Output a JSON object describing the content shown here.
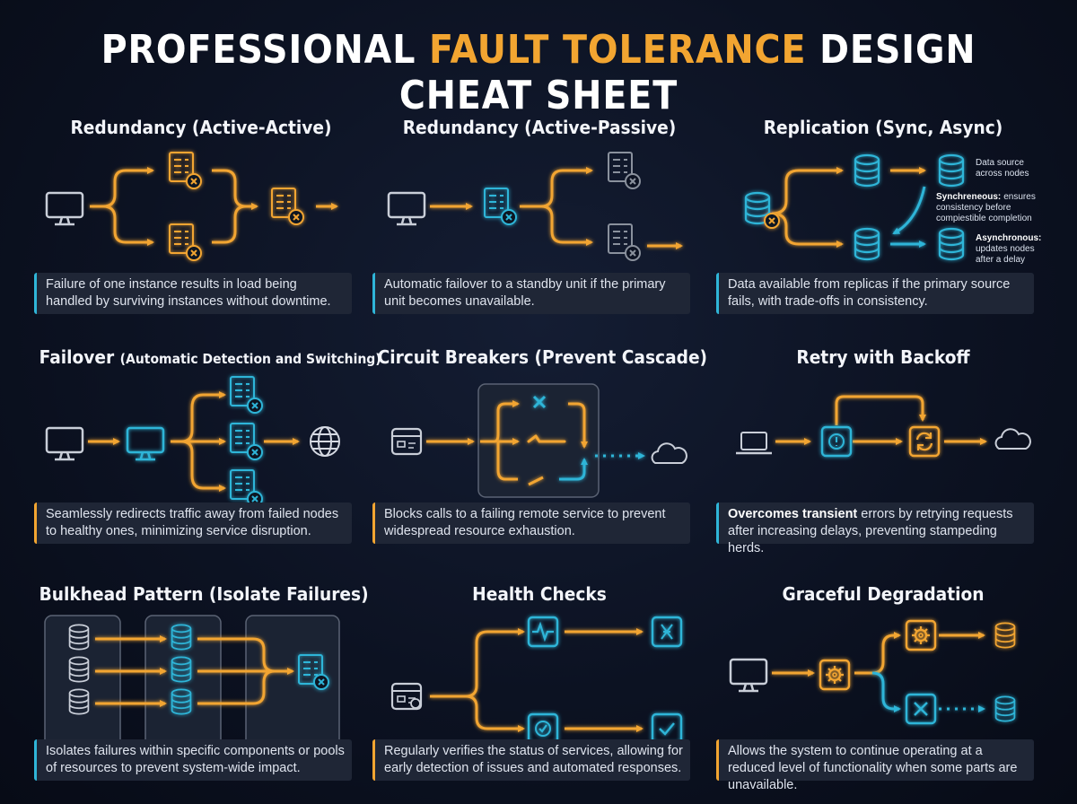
{
  "title": {
    "part1": "PROFESSIONAL ",
    "accent": "FAULT TOLERANCE",
    "part2": " DESIGN CHEAT SHEET"
  },
  "colors": {
    "orange": "#f2a531",
    "cyan": "#2fb5d8",
    "gray": "#9aa3b2",
    "background": "#0c1222"
  },
  "panels": {
    "redundancy_aa": {
      "title": "Redundancy (Active-Active)",
      "desc": "Failure of one instance results in load being handled by surviving instances without downtime.",
      "icons": [
        "monitor-icon",
        "server-icon",
        "server-icon",
        "server-icon"
      ]
    },
    "redundancy_ap": {
      "title": "Redundancy (Active-Passive)",
      "desc": "Automatic failover to a standby unit if the primary unit becomes unavailable.",
      "icons": [
        "monitor-icon",
        "server-icon",
        "server-icon",
        "server-icon"
      ]
    },
    "replication": {
      "title": "Replication (Sync, Async)",
      "desc": "Data available from replicas if the primary source fails, with trade-offs in consistency.",
      "note_source": [
        "Data source",
        "across nodes"
      ],
      "note_sync_label": "Synchreneous:",
      "note_sync": [
        "ensures",
        "consistency before",
        "compiestible completion"
      ],
      "note_async_label": "Asynchronous:",
      "note_async": [
        "updates nodes",
        "after a delay"
      ],
      "icons": [
        "database-icon"
      ]
    },
    "failover": {
      "title": "Failover",
      "title_sub": "(Automatic Detection and Switching)",
      "desc": "Seamlessly redirects traffic away from failed nodes to healthy ones, minimizing service disruption.",
      "icons": [
        "monitor-icon",
        "server-icon",
        "globe-icon"
      ]
    },
    "circuit": {
      "title": "Circuit Breakers (Prevent Cascade)",
      "desc": "Blocks calls to a failing remote service to prevent widespread resource exhaustion.",
      "icons": [
        "app-window-icon",
        "cloud-icon"
      ]
    },
    "retry": {
      "title": "Retry with Backoff",
      "desc_bold": "Overcomes transient",
      "desc": " errors by retrying requests after increasing delays, preventing stampeding herds.",
      "icons": [
        "laptop-icon",
        "alert-icon",
        "refresh-icon",
        "cloud-icon"
      ]
    },
    "bulkhead": {
      "title": "Bulkhead Pattern (Isolate Failures)",
      "desc": "Isolates failures within specific components or pools of resources to prevent system-wide impact.",
      "icons": [
        "database-icon",
        "server-icon"
      ]
    },
    "health": {
      "title": "Health Checks",
      "desc": "Regularly verifies the status of services, allowing for early detection of issues and automated responses.",
      "icons": [
        "app-window-icon",
        "pulse-icon",
        "check-icon"
      ]
    },
    "graceful": {
      "title": "Graceful Degradation",
      "desc": "Allows the system to continue operating at a reduced level of functionality when some parts are unavailable.",
      "icons": [
        "monitor-icon",
        "gear-icon",
        "database-icon"
      ]
    }
  }
}
